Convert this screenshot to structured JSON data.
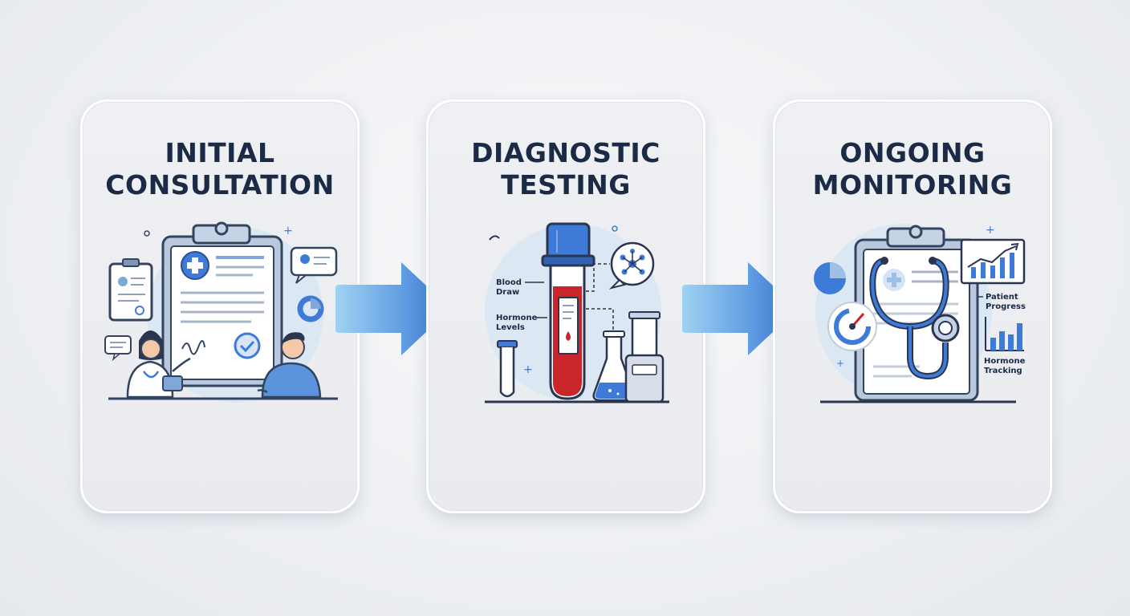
{
  "steps": [
    {
      "title_line1": "INITIAL",
      "title_line2": "CONSULTATION"
    },
    {
      "title_line1": "DIAGNOSTIC",
      "title_line2": "TESTING",
      "labels": {
        "blood_draw_1": "Blood",
        "blood_draw_2": "Draw",
        "hormone_levels_1": "Hormone",
        "hormone_levels_2": "Levels"
      }
    },
    {
      "title_line1": "ONGOING",
      "title_line2": "MONITORING",
      "labels": {
        "patient_progress_1": "Patient",
        "patient_progress_2": "Progress",
        "hormone_tracking_1": "Hormone",
        "hormone_tracking_2": "Tracking"
      }
    }
  ],
  "icons": [
    "clipboard-icon",
    "medical-cross-icon",
    "chat-bubble-icon",
    "checkmark-icon",
    "doctor-icon",
    "patient-icon",
    "blood-tube-icon",
    "test-tube-icon",
    "flask-icon",
    "molecule-icon",
    "stethoscope-icon",
    "pie-chart-icon",
    "line-chart-icon",
    "bar-chart-icon",
    "gauge-icon",
    "arrow-right-icon"
  ],
  "colors": {
    "title": "#1b2a45",
    "accent_blue": "#3e7bd9",
    "arrow_light": "#86c4ef",
    "blood_red": "#c8262b",
    "card_bg": "#eceef2"
  }
}
